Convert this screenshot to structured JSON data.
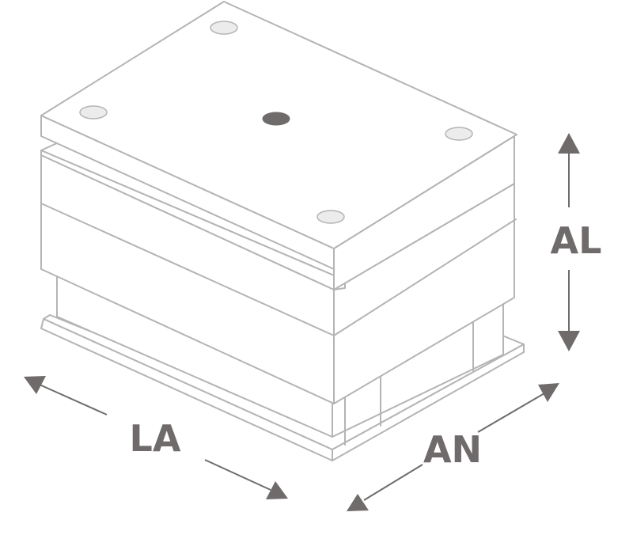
{
  "labels": {
    "length": "LA",
    "width": "AN",
    "height": "AL"
  },
  "colors": {
    "outline": "#b4b4b4",
    "arrow": "#6f6b6b",
    "pin_fill": "#ececec",
    "sprue_fill": "#6f6b6b"
  }
}
